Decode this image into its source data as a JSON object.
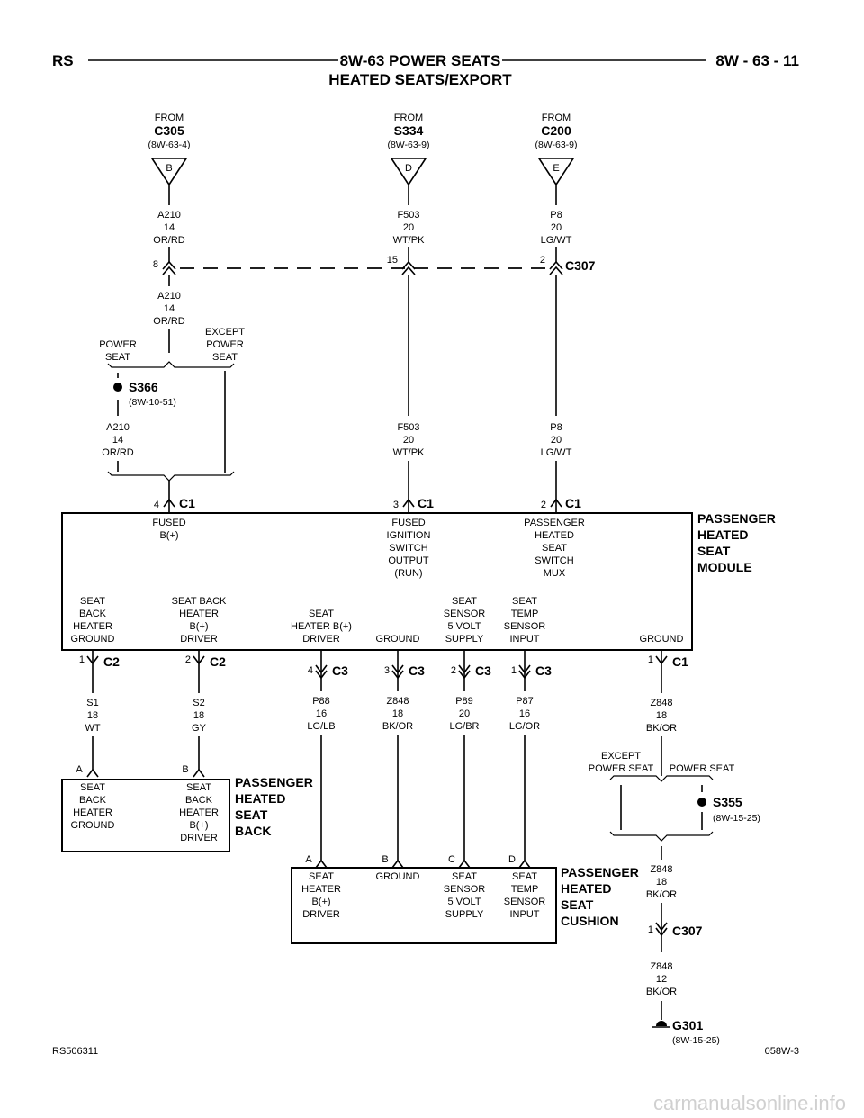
{
  "header": {
    "left": "RS",
    "title": "8W-63 POWER SEATS",
    "subtitle": "HEATED SEATS/EXPORT",
    "right": "8W - 63 - 11"
  },
  "sources": [
    {
      "from": "FROM",
      "name": "C305",
      "ref": "(8W-63-4)",
      "letter": "B"
    },
    {
      "from": "FROM",
      "name": "S334",
      "ref": "(8W-63-9)",
      "letter": "D"
    },
    {
      "from": "FROM",
      "name": "C200",
      "ref": "(8W-63-9)",
      "letter": "E"
    }
  ],
  "wires": {
    "a210_top": [
      "A210",
      "14",
      "OR/RD"
    ],
    "f503_top": [
      "F503",
      "20",
      "WT/PK"
    ],
    "p8_top": [
      "P8",
      "20",
      "LG/WT"
    ],
    "a210_mid": [
      "A210",
      "14",
      "OR/RD"
    ],
    "a210_low": [
      "A210",
      "14",
      "OR/RD"
    ],
    "f503_low": [
      "F503",
      "20",
      "WT/PK"
    ],
    "p8_low": [
      "P8",
      "20",
      "LG/WT"
    ],
    "s1": [
      "S1",
      "18",
      "WT"
    ],
    "s2": [
      "S2",
      "18",
      "GY"
    ],
    "p88": [
      "P88",
      "16",
      "LG/LB"
    ],
    "z848a": [
      "Z848",
      "18",
      "BK/OR"
    ],
    "p89": [
      "P89",
      "20",
      "LG/BR"
    ],
    "p87": [
      "P87",
      "16",
      "LG/OR"
    ],
    "z848b": [
      "Z848",
      "18",
      "BK/OR"
    ],
    "z848c": [
      "Z848",
      "18",
      "BK/OR"
    ],
    "z848d": [
      "Z848",
      "12",
      "BK/OR"
    ]
  },
  "c307_top": {
    "name": "C307",
    "pins": [
      "8",
      "15",
      "2"
    ]
  },
  "splits": {
    "power_seat": [
      "POWER",
      "SEAT"
    ],
    "except_power_seat": [
      "EXCEPT",
      "POWER",
      "SEAT"
    ],
    "except_power_seat_b": [
      "EXCEPT",
      "POWER SEAT"
    ],
    "power_seat_b": "POWER SEAT"
  },
  "splices": {
    "s366": {
      "name": "S366",
      "ref": "(8W-10-51)"
    },
    "s355": {
      "name": "S355",
      "ref": "(8W-15-25)"
    }
  },
  "module_connectors": [
    {
      "pin": "4",
      "name": "C1"
    },
    {
      "pin": "3",
      "name": "C1"
    },
    {
      "pin": "2",
      "name": "C1"
    }
  ],
  "module": {
    "name": [
      "PASSENGER",
      "HEATED",
      "SEAT",
      "MODULE"
    ],
    "top_pins": [
      [
        "FUSED",
        "B(+)"
      ],
      [
        "FUSED",
        "IGNITION",
        "SWITCH",
        "OUTPUT",
        "(RUN)"
      ],
      [
        "PASSENGER",
        "HEATED",
        "SEAT",
        "SWITCH",
        "MUX"
      ]
    ],
    "bottom_pins": [
      [
        "SEAT",
        "BACK",
        "HEATER",
        "GROUND"
      ],
      [
        "SEAT BACK",
        "HEATER",
        "B(+)",
        "DRIVER"
      ],
      [
        "SEAT",
        "HEATER B(+)",
        "DRIVER"
      ],
      [
        "GROUND"
      ],
      [
        "SEAT",
        "SENSOR",
        "5 VOLT",
        "SUPPLY"
      ],
      [
        "SEAT",
        "TEMP",
        "SENSOR",
        "INPUT"
      ],
      [
        "GROUND"
      ]
    ]
  },
  "lower_connectors": [
    {
      "pin": "1",
      "name": "C2"
    },
    {
      "pin": "2",
      "name": "C2"
    },
    {
      "pin": "4",
      "name": "C3"
    },
    {
      "pin": "3",
      "name": "C3"
    },
    {
      "pin": "2",
      "name": "C3"
    },
    {
      "pin": "1",
      "name": "C3"
    },
    {
      "pin": "1",
      "name": "C1"
    }
  ],
  "seat_back": {
    "name": [
      "PASSENGER",
      "HEATED",
      "SEAT",
      "BACK"
    ],
    "pin_letters": [
      "A",
      "B"
    ],
    "pins": [
      [
        "SEAT",
        "BACK",
        "HEATER",
        "GROUND"
      ],
      [
        "SEAT",
        "BACK",
        "HEATER",
        "B(+)",
        "DRIVER"
      ]
    ]
  },
  "seat_cushion": {
    "name": [
      "PASSENGER",
      "HEATED",
      "SEAT",
      "CUSHION"
    ],
    "pin_letters": [
      "A",
      "B",
      "C",
      "D"
    ],
    "pins": [
      [
        "SEAT",
        "HEATER",
        "B(+)",
        "DRIVER"
      ],
      [
        "GROUND"
      ],
      [
        "SEAT",
        "SENSOR",
        "5 VOLT",
        "SUPPLY"
      ],
      [
        "SEAT",
        "TEMP",
        "SENSOR",
        "INPUT"
      ]
    ]
  },
  "c307_bottom": {
    "pin": "1",
    "name": "C307"
  },
  "ground": {
    "name": "G301",
    "ref": "(8W-15-25)"
  },
  "footer": {
    "left": "RS506311",
    "right": "058W-3"
  },
  "watermark": "carmanualsonline.info"
}
